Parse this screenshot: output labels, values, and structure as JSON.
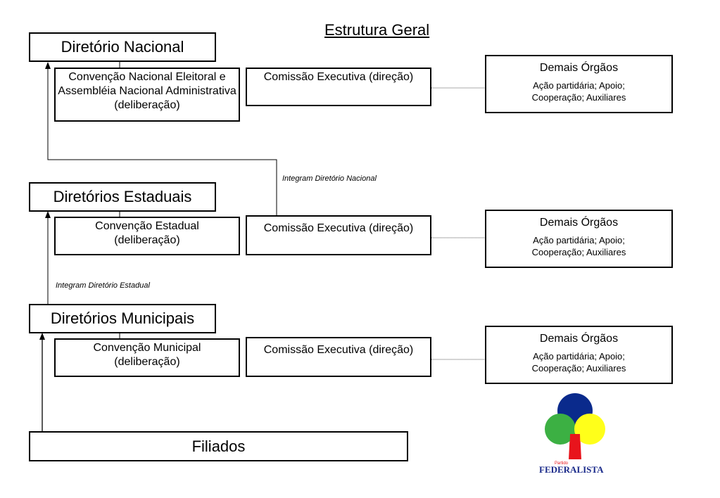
{
  "title": "Estrutura Geral",
  "nacional": {
    "diretorio": "Diretório Nacional",
    "convencao": "Convenção Nacional Eleitoral e Assembléia Nacional Administrativa (deliberação)",
    "comissao": "Comissão Executiva (direção)",
    "demais_title": "Demais Órgãos",
    "demais_text": "Ação partidária; Apoio; Cooperação; Auxiliares"
  },
  "estadual": {
    "diretorio": "Diretórios Estaduais",
    "convencao": "Convenção Estadual (deliberação)",
    "comissao": "Comissão Executiva (direção)",
    "demais_title": "Demais Órgãos",
    "demais_text": "Ação partidária; Apoio; Cooperação; Auxiliares"
  },
  "municipal": {
    "diretorio": "Diretórios Municipais",
    "convencao": "Convenção Municipal (deliberação)",
    "comissao": "Comissão Executiva (direção)",
    "demais_title": "Demais Órgãos",
    "demais_text": "Ação partidária; Apoio; Cooperação; Auxiliares"
  },
  "filiados": "Filiados",
  "note_nacional": "Integram Diretório Nacional",
  "note_estadual": "Integram Diretório Estadual",
  "logo": {
    "small_text": "Partido",
    "name": "FEDERALISTA",
    "colors": {
      "blue": "#0a2a8c",
      "green": "#3cb043",
      "yellow": "#ffff1a",
      "red": "#e8141c",
      "text": "#1a2a8a"
    }
  }
}
